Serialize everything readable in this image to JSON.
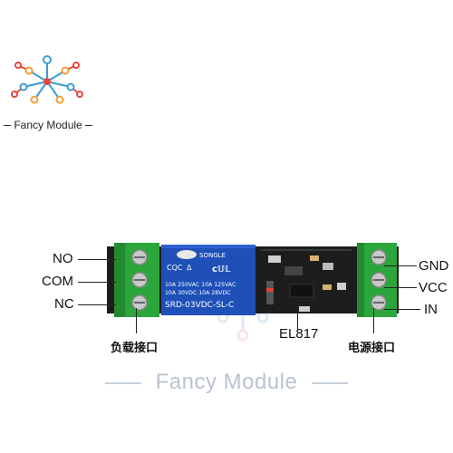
{
  "logo": {
    "text": "Fancy Module",
    "icon": "circuit-tree-icon",
    "colors": {
      "red": "#e8453c",
      "blue": "#3a9bd8",
      "orange": "#f0a030"
    }
  },
  "watermark": {
    "text": "Fancy Module"
  },
  "module": {
    "relay": {
      "brand": "SONGLE",
      "line1": "10A 250VAC  10A 125VAC",
      "line2": "10A  30VDC  10A  28VDC",
      "model": "SRD-03VDC-SL-C"
    },
    "colors": {
      "board": "#1d1d1d",
      "terminal": "#2aa63b",
      "relay": "#1e50b8"
    }
  },
  "labels": {
    "left": [
      "NO",
      "COM",
      "NC"
    ],
    "right": [
      "GND",
      "VCC",
      "IN"
    ],
    "load_port": "负载接口",
    "optocoupler": "EL817",
    "power_port": "电源接口"
  }
}
